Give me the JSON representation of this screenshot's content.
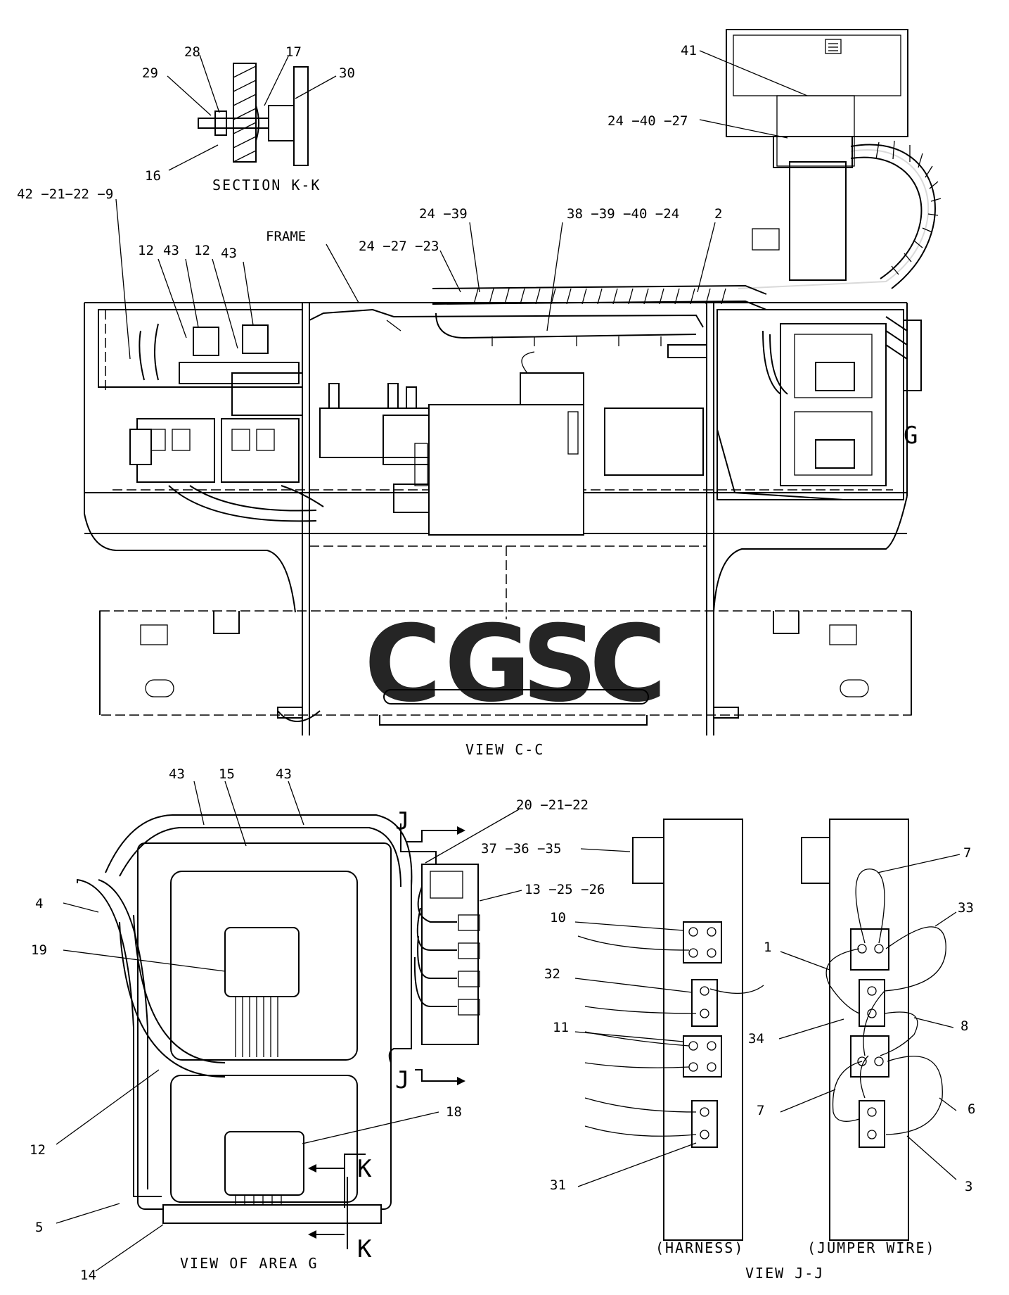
{
  "watermark": {
    "letters": [
      "C",
      "G",
      "S",
      "C"
    ],
    "colors": [
      "#6f9ef3",
      "#ef7c6e",
      "#f7d654",
      "#6cbd8c"
    ]
  },
  "section_kk": {
    "title": "SECTION K-K",
    "callouts": {
      "c28": "28",
      "c17": "17",
      "c29": "29",
      "c30": "30",
      "c16": "16"
    }
  },
  "view_cc": {
    "title": "VIEW C-C",
    "frame_label": "FRAME",
    "area_label": "G",
    "callouts": {
      "c41": "41",
      "c24_40_27": "24 −40 −27",
      "c42_21_22_9": "42 −21−22 −9",
      "c24_39": "24 −39",
      "c38_39_40_24": "38 −39 −40 −24",
      "c2": "2",
      "c24_27_23": "24 −27 −23",
      "c12a": "12",
      "c43a": "43",
      "c12b": "12",
      "c43b": "43"
    }
  },
  "view_g": {
    "title": "VIEW OF AREA G",
    "callouts": {
      "c43a": "43",
      "c15": "15",
      "c43b": "43",
      "c20_21_22": "20 −21−22",
      "c4": "4",
      "c13_25_26": "13 −25 −26",
      "c19": "19",
      "c18": "18",
      "c12": "12",
      "c5": "5",
      "c14": "14"
    },
    "section_markers": {
      "j_top": "J",
      "j_bottom": "J",
      "k_top": "K",
      "k_bottom": "K"
    }
  },
  "view_jj": {
    "title": "VIEW J-J",
    "harness_label": "(HARNESS)",
    "jumper_label": "(JUMPER WIRE)",
    "callouts": {
      "c37_36_35": "37 −36 −35",
      "c10": "10",
      "c32": "32",
      "c11": "11",
      "c31": "31",
      "c7a": "7",
      "c33": "33",
      "c1": "1",
      "c8": "8",
      "c34": "34",
      "c7b": "7",
      "c6": "6",
      "c3": "3"
    }
  }
}
